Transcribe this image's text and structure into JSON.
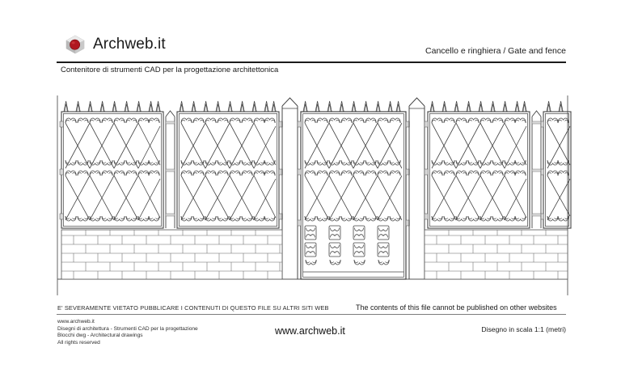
{
  "header": {
    "brand": "Archweb.it",
    "logo_icon": "archweb-cube-icon",
    "title": "Cancello e ringhiera  /  Gate and fence",
    "subtitle": "Contenitore di strumenti CAD per la progettazione architettonica"
  },
  "footer": {
    "warning_it": "E' SEVERAMENTE VIETATO PUBBLICARE I CONTENUTI DI QUESTO FILE SU ALTRI SITI WEB",
    "warning_en": "The contents of this file cannot be published on other websites",
    "legal_lines": [
      "www.archweb.it",
      "Disegni di architettura - Strumenti CAD  per la progettazione",
      "Blocchi dwg - Architectural drawings",
      "All rights reserved"
    ],
    "site": "www.archweb.it",
    "scale": "Disegno in scala 1:1 (metri)"
  },
  "drawing": {
    "name": "gate-and-fence-elevation",
    "description": "CAD elevation of a wrought iron gate with fence panels on a brick base wall",
    "line_color": "#444444",
    "fill_color": "#ffffff",
    "brick_line_color": "#555555",
    "background": "#ffffff"
  },
  "colors": {
    "accent_red": "#b01820",
    "rule_dark": "#1b1b1b",
    "rule_light": "#7d7d7d",
    "text": "#1a1a1a"
  }
}
